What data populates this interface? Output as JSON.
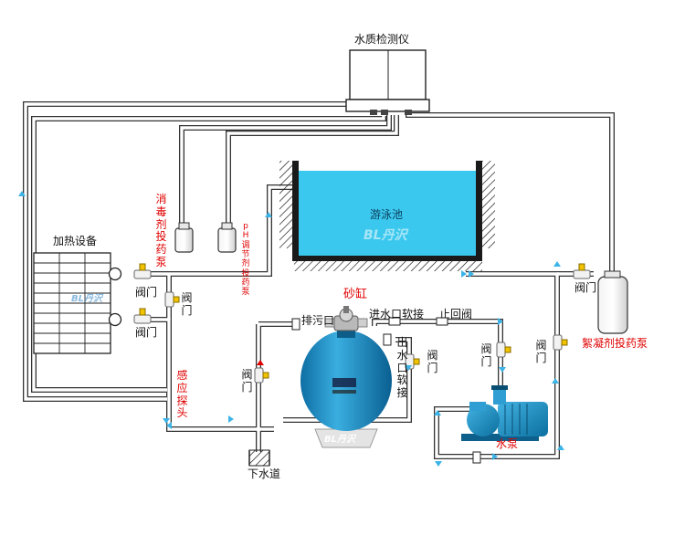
{
  "labels": {
    "water_analyzer": "水质检测仪",
    "pool": "游泳池",
    "heater": "加热设备",
    "disinfectant_pump": "消毒剂投药泵",
    "ph_pump": "pH调节剂投药泵",
    "sand_filter": "砂缸",
    "drain_port": "排污口",
    "inlet_connection": "进水口软接",
    "check_valve": "止回阀",
    "outlet_connection": "出水口软接",
    "sensor_probe": "感应探头",
    "flocculant_pump": "絮凝剂投药泵",
    "water_pump": "水泵",
    "sewer": "下水道",
    "valve": "阀门"
  },
  "logo_text": "BL丹沢",
  "colors": {
    "pool_water": "#3bc8ee",
    "pipe_fill": "#ffffff",
    "pipe_edge": "#333333",
    "flow_arrow": "#3cb4e8",
    "tank_blue": "#1f8fc6",
    "label_red": "#e00000",
    "wall_black": "#1a1a1a"
  },
  "icons": [
    "valve-icon",
    "flow-arrow-icon",
    "ground-hatch-icon",
    "multiport-valve-icon"
  ]
}
